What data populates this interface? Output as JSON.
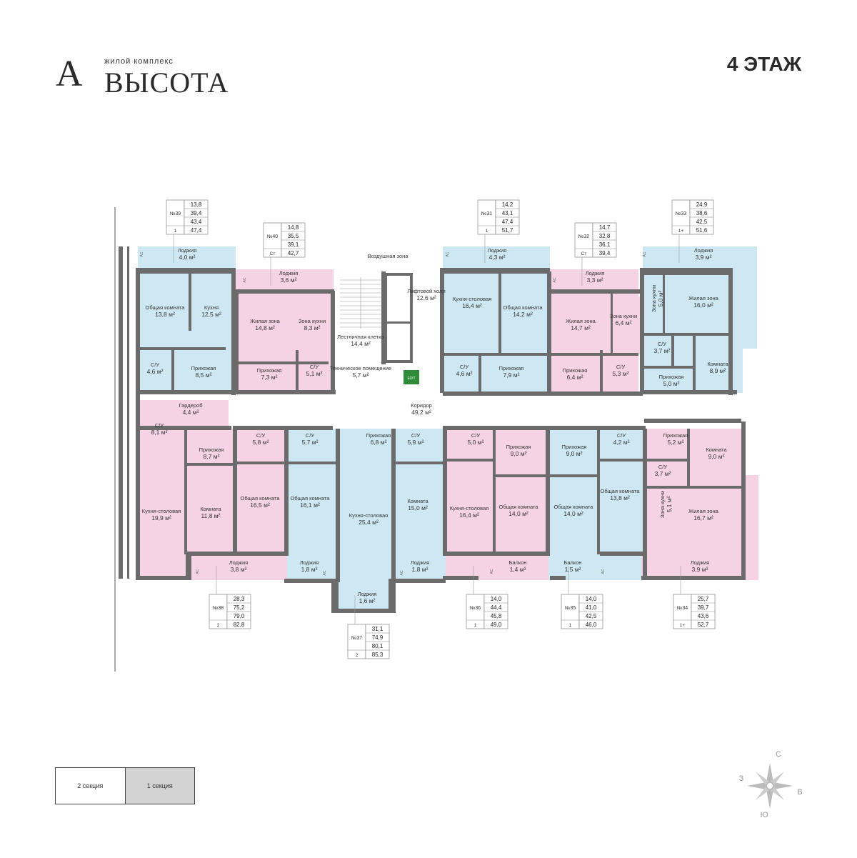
{
  "header": {
    "brand_subtitle": "жилой комплекс",
    "brand_name": "ВЫСОТА",
    "brand_logo_letter": "A",
    "floor_title": "4 ЭТАЖ"
  },
  "colors": {
    "blue_apartment": "#cde8f3",
    "pink_apartment": "#f5d3e4",
    "wall": "#6b6b6b",
    "common_area": "#ffffff"
  },
  "rooms": [
    {
      "id": "r1",
      "name": "Лоджия",
      "area": "4,0 м²",
      "tone": "blue"
    },
    {
      "id": "r2",
      "name": "Общая комната",
      "area": "13,8 м²",
      "tone": "blue"
    },
    {
      "id": "r3",
      "name": "Кухня",
      "area": "12,5 м²",
      "tone": "blue"
    },
    {
      "id": "r4",
      "name": "С/У",
      "area": "4,6 м²",
      "tone": "blue"
    },
    {
      "id": "r5",
      "name": "Прихожая",
      "area": "8,5 м²",
      "tone": "blue"
    },
    {
      "id": "r6",
      "name": "Лоджия",
      "area": "3,6 м²",
      "tone": "pink"
    },
    {
      "id": "r7",
      "name": "Жилая зона",
      "area": "14,8 м²",
      "tone": "pink"
    },
    {
      "id": "r8",
      "name": "Зона кухни",
      "area": "8,3 м²",
      "tone": "pink"
    },
    {
      "id": "r9",
      "name": "Прихожая",
      "area": "7,3 м²",
      "tone": "pink"
    },
    {
      "id": "r10",
      "name": "С/У",
      "area": "5,1 м²",
      "tone": "pink"
    },
    {
      "id": "r11",
      "name": "Воздушная зона",
      "area": "",
      "tone": "white"
    },
    {
      "id": "r12",
      "name": "Лифтовой холл",
      "area": "12,6 м²",
      "tone": "white"
    },
    {
      "id": "r13",
      "name": "Лестничная клетка",
      "area": "14,4 м²",
      "tone": "white"
    },
    {
      "id": "r14",
      "name": "Техническое помещение",
      "area": "5,7 м²",
      "tone": "white"
    },
    {
      "id": "r15",
      "name": "Коридор",
      "area": "49,2 м²",
      "tone": "white"
    },
    {
      "id": "r16",
      "name": "Лоджия",
      "area": "4,3 м²",
      "tone": "blue"
    },
    {
      "id": "r17",
      "name": "Кухня-столовая",
      "area": "16,4 м²",
      "tone": "blue"
    },
    {
      "id": "r18",
      "name": "Общая комната",
      "area": "14,2 м²",
      "tone": "blue"
    },
    {
      "id": "r19",
      "name": "С/У",
      "area": "4,6 м²",
      "tone": "blue"
    },
    {
      "id": "r20",
      "name": "Прихожая",
      "area": "7,9 м²",
      "tone": "blue"
    },
    {
      "id": "r21",
      "name": "Лоджия",
      "area": "3,3 м²",
      "tone": "pink"
    },
    {
      "id": "r22",
      "name": "Жилая зона",
      "area": "14,7 м²",
      "tone": "pink"
    },
    {
      "id": "r23",
      "name": "Зона кухни",
      "area": "6,4 м²",
      "tone": "pink"
    },
    {
      "id": "r24",
      "name": "Прихожая",
      "area": "6,4 м²",
      "tone": "pink"
    },
    {
      "id": "r25",
      "name": "С/У",
      "area": "5,3 м²",
      "tone": "pink"
    },
    {
      "id": "r26",
      "name": "Лоджия",
      "area": "3,9 м²",
      "tone": "blue"
    },
    {
      "id": "r27",
      "name": "Зона кухни",
      "area": "5,0 м²",
      "tone": "blue"
    },
    {
      "id": "r28",
      "name": "Жилая зона",
      "area": "16,0 м²",
      "tone": "blue"
    },
    {
      "id": "r29",
      "name": "С/У",
      "area": "3,7 м²",
      "tone": "blue"
    },
    {
      "id": "r30",
      "name": "Комната",
      "area": "8,9 м²",
      "tone": "blue"
    },
    {
      "id": "r31",
      "name": "Прихожая",
      "area": "5,0 м²",
      "tone": "blue"
    },
    {
      "id": "r32",
      "name": "Гардероб",
      "area": "4,4 м²",
      "tone": "pink"
    },
    {
      "id": "r33",
      "name": "С/У",
      "area": "8,1 м²",
      "tone": "pink"
    },
    {
      "id": "r34",
      "name": "Прихожая",
      "area": "8,7 м²",
      "tone": "pink"
    },
    {
      "id": "r35",
      "name": "Кухня-столовая",
      "area": "19,9 м²",
      "tone": "pink"
    },
    {
      "id": "r36",
      "name": "Комната",
      "area": "11,8 м²",
      "tone": "pink"
    },
    {
      "id": "r37",
      "name": "С/У",
      "area": "5,8 м²",
      "tone": "pink"
    },
    {
      "id": "r38",
      "name": "Общая комната",
      "area": "16,5 м²",
      "tone": "pink"
    },
    {
      "id": "r39",
      "name": "Лоджия",
      "area": "3,8 м²",
      "tone": "pink"
    },
    {
      "id": "r40",
      "name": "С/У",
      "area": "5,7 м²",
      "tone": "blue"
    },
    {
      "id": "r41",
      "name": "Общая комната",
      "area": "16,1 м²",
      "tone": "blue"
    },
    {
      "id": "r42",
      "name": "Лоджия",
      "area": "1,8 м²",
      "tone": "blue"
    },
    {
      "id": "r43",
      "name": "Прихожая",
      "area": "6,8 м²",
      "tone": "blue"
    },
    {
      "id": "r44",
      "name": "Кухня-столовая",
      "area": "25,4 м²",
      "tone": "blue"
    },
    {
      "id": "r45",
      "name": "Лоджия",
      "area": "1,6 м²",
      "tone": "blue"
    },
    {
      "id": "r46",
      "name": "С/У",
      "area": "5,9 м²",
      "tone": "blue"
    },
    {
      "id": "r47",
      "name": "Комната",
      "area": "15,0 м²",
      "tone": "blue"
    },
    {
      "id": "r48",
      "name": "Лоджия",
      "area": "1,8 м²",
      "tone": "blue"
    },
    {
      "id": "r49",
      "name": "С/У",
      "area": "5,0 м²",
      "tone": "pink"
    },
    {
      "id": "r50",
      "name": "Прихожая",
      "area": "9,0 м²",
      "tone": "pink"
    },
    {
      "id": "r51",
      "name": "Кухня-столовая",
      "area": "16,4 м²",
      "tone": "pink"
    },
    {
      "id": "r52",
      "name": "Общая комната",
      "area": "14,0 м²",
      "tone": "pink"
    },
    {
      "id": "r53",
      "name": "Балкон",
      "area": "1,4 м²",
      "tone": "pink"
    },
    {
      "id": "r54",
      "name": "Прихожая",
      "area": "9,0 м²",
      "tone": "blue"
    },
    {
      "id": "r55",
      "name": "С/У",
      "area": "4,2 м²",
      "tone": "blue"
    },
    {
      "id": "r56",
      "name": "Общая комната",
      "area": "14,0 м²",
      "tone": "blue"
    },
    {
      "id": "r57",
      "name": "Общая комната",
      "area": "13,8 м²",
      "tone": "blue"
    },
    {
      "id": "r58",
      "name": "Балкон",
      "area": "1,5 м²",
      "tone": "blue"
    },
    {
      "id": "r59",
      "name": "Прихожая",
      "area": "5,2 м²",
      "tone": "pink"
    },
    {
      "id": "r60",
      "name": "Комната",
      "area": "9,0 м²",
      "tone": "pink"
    },
    {
      "id": "r61",
      "name": "С/У",
      "area": "3,7 м²",
      "tone": "pink"
    },
    {
      "id": "r62",
      "name": "Зона кухни",
      "area": "5,1 м²",
      "tone": "pink"
    },
    {
      "id": "r63",
      "name": "Жилая зона",
      "area": "16,7 м²",
      "tone": "pink"
    },
    {
      "id": "r64",
      "name": "Лоджия",
      "area": "3,9 м²",
      "tone": "pink"
    }
  ],
  "apartments": [
    {
      "id": "a39",
      "number": "№39",
      "rooms": "1",
      "values": [
        "13,8",
        "39,4",
        "43,4",
        "47,4"
      ]
    },
    {
      "id": "a40",
      "number": "№40",
      "rooms": "Ст",
      "values": [
        "14,8",
        "35,5",
        "39,1",
        "42,7"
      ]
    },
    {
      "id": "a31",
      "number": "№31",
      "rooms": "1",
      "values": [
        "14,2",
        "43,1",
        "47,4",
        "51,7"
      ]
    },
    {
      "id": "a32",
      "number": "№32",
      "rooms": "Ст",
      "values": [
        "14,7",
        "32,8",
        "36,1",
        "39,4"
      ]
    },
    {
      "id": "a33",
      "number": "№33",
      "rooms": "1+",
      "values": [
        "24,9",
        "38,6",
        "42,5",
        "51,6"
      ]
    },
    {
      "id": "a38",
      "number": "№38",
      "rooms": "2",
      "values": [
        "28,3",
        "75,2",
        "79,0",
        "82,8"
      ]
    },
    {
      "id": "a37",
      "number": "№37",
      "rooms": "2",
      "values": [
        "31,1",
        "74,9",
        "80,1",
        "85,3"
      ]
    },
    {
      "id": "a36",
      "number": "№36",
      "rooms": "1",
      "values": [
        "14,0",
        "44,4",
        "45,8",
        "49,0"
      ]
    },
    {
      "id": "a35",
      "number": "№35",
      "rooms": "1",
      "values": [
        "14,0",
        "41,0",
        "42,5",
        "46,0"
      ]
    },
    {
      "id": "a34",
      "number": "№34",
      "rooms": "1+",
      "values": [
        "25,7",
        "39,7",
        "43,6",
        "52,7"
      ]
    }
  ],
  "ac_label": "AC",
  "exit_sign": "EXIT",
  "compass": {
    "north": "С",
    "east": "В",
    "south": "Ю",
    "west": "З"
  },
  "sections": [
    {
      "label": "2 секция",
      "active": false
    },
    {
      "label": "1 секция",
      "active": true
    }
  ]
}
